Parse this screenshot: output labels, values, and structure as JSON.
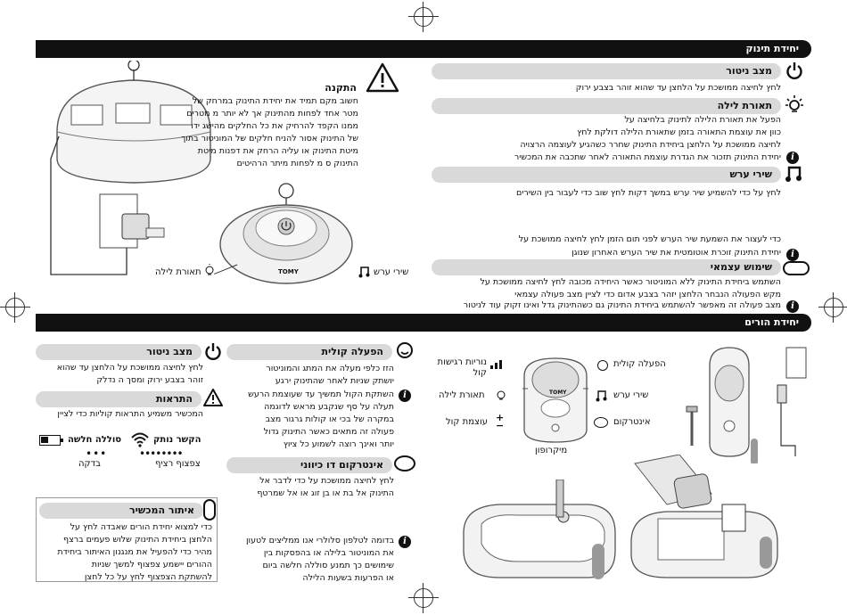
{
  "baby_unit": {
    "header": "יחידת תינוק",
    "installation": {
      "title": "התקנה",
      "body": "חשוב  מקם תמיד את יחידת התינוק במרחק של\nמטר אחד לפחות מהתינוק  אך לא יותר מ    מטרים\nממנו   הקפד להרחיק את כל החלקים מהישג ידו\nשל התינוק  אסור להניח חלקים של המוניטור בתוך\nמיטת התינוק או עליה  הרחק את דפנות מיטת\nהתינוק      ס מ לפחות מיתר הרהיטים"
    },
    "labels": {
      "night_light": "תאורת לילה",
      "lullabies": "שירי ערש",
      "brand": "TOMY"
    },
    "monitor_mode": {
      "title": "מצב ניטור",
      "body": "לחץ לחיצה ממושכת על הלחצן     עד שהוא זוהר בצבע ירוק"
    },
    "night_light": {
      "title": "תאורת לילה",
      "body": "הפעל את תאורת הלילה לתינוק בלחיצה על\nכוון את עוצמת התאורה בזמן שתאורת הלילה דולקת  לחץ\nלחיצה ממושכת על הלחצן     ביחידת התינוק  שחרר כשהגיע לעוצמה הרצויה",
      "tip": "יחידת התינוק תזכור את הגדרת עוצמת התאורה לאחר שתכבה את המכשיר"
    },
    "lullabies": {
      "title": "שירי ערש",
      "body": "לחץ על     כדי להשמיע שיר ערש במשך        דקות  לחץ שוב כדי לעבור בין השירים",
      "body2": "כדי לעצור את השמעת שיר הערש לפני תום הזמן  לחץ לחיצה ממושכת על",
      "tip": "יחידת התינוק זוכרת אוטומטית את שיר הערש האחרון שנוגן"
    },
    "self_use": {
      "title": "שימוש עצמאי",
      "body": "השתמש ביחידת התינוק ללא המוניטור  כאשר היחידה מכובה  לחץ לחיצה ממושכת על\nמקש הפעולה הנבחר  הלחצן     יזהר בצבע אדום כדי לציין  מצב פעולה עצמאי",
      "tip": "מצב פעולה זה מאפשר להשתמש ביחידת התינוק גם כשהתינוק גדל ואינו זקוק עוד לניטור"
    }
  },
  "parent_unit": {
    "header": "יחידת הורים",
    "monitor_mode": {
      "title": "מצב ניטור",
      "body": "לחץ לחיצה ממושכת על הלחצן     עד שהוא\nזוהר בצבע ירוק ומסך ה          נדלק"
    },
    "alerts": {
      "title": "התראות",
      "body": "המכשיר משמיע התראות קוליות כדי לציין",
      "low_battery": "סוללה חלשה",
      "link_lost": "הקשר נותק",
      "check": "בדקה",
      "continuous_beep": "צפצוף רציף"
    },
    "locator": {
      "title": "איתור המכשיר",
      "body": "כדי למצוא יחידת הורים שאבדה  לחץ על\nהלחצן     ביחידת התינוק שלוש פעמים ברצף\nמהיר  כדי להפעיל את מנגנון האיתור  ביחידת\nההורים  יישמע צפצוף למשך        שניות\nלהשתקת הצפצוף  לחץ על כל לחצן"
    },
    "voice_activation": {
      "title": "הפעלה קולית",
      "body": "הזז כלפי מעלה את המתג     והמוניטור\nיושתק        שניות לאחר שהתינוק ירגע",
      "tip": "השתקת הקול תמשיך עד שעוצמת הרעש\nתעלה על סף שנקבע מראש  לדוגמה\nבמקרה של בכי או קולות גרגור  מצב\nפעולה זה מתאים כאשר התינוק גדול\nיותר ואינך רוצה לשמוע כל ציוץ"
    },
    "intercom": {
      "title": "אינטרקום דו כיווני",
      "body": "לחץ לחיצה ממושכת על     כדי לדבר אל\nהתינוק  אל בת או בן זוג  או אל שמרטף"
    },
    "solar_tip": "בדומה לטלפון סלולרי  אנו ממליצים לטעון\nאת המוניטור בלילה או בהפסקות בין\nשימושים  כך תמנע סוללה חלשה ביום\nאו הפרעות בשעות הלילה",
    "device_labels": {
      "voice_activation": "הפעלה קולית",
      "sensitivity_lights": "נוריות רגישות\nקול",
      "lullabies": "שירי ערש",
      "night_light": "תאורת לילה",
      "intercom": "אינטרקום",
      "volume": "עוצמת קול",
      "microphone": "מיקרופון",
      "brand": "TOMY"
    }
  }
}
